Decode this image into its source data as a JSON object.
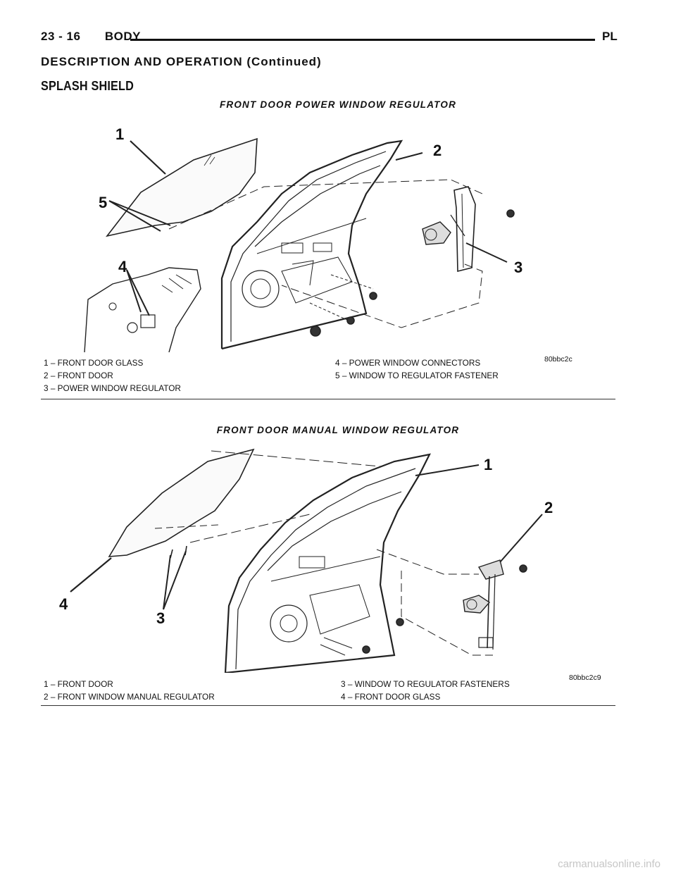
{
  "header": {
    "page_number": "23 - 16",
    "section": "BODY",
    "model": "PL"
  },
  "section_title": "DESCRIPTION AND OPERATION (Continued)",
  "subsection_title": "SPLASH SHIELD",
  "figures": [
    {
      "title": "FRONT DOOR POWER WINDOW REGULATOR",
      "code": "80bbc2c",
      "callouts": [
        "1",
        "2",
        "3",
        "4",
        "5"
      ],
      "legend_left": [
        "1 – FRONT DOOR GLASS",
        "2 – FRONT DOOR",
        "3 – POWER WINDOW REGULATOR"
      ],
      "legend_right": [
        "4 – POWER WINDOW CONNECTORS",
        "5 – WINDOW TO REGULATOR FASTENER"
      ]
    },
    {
      "title": "FRONT DOOR MANUAL WINDOW REGULATOR",
      "code": "80bbc2c9",
      "callouts": [
        "1",
        "2",
        "3",
        "4"
      ],
      "legend_left": [
        "1 – FRONT DOOR",
        "2 – FRONT WINDOW MANUAL REGULATOR"
      ],
      "legend_right": [
        "3 – WINDOW TO REGULATOR FASTENERS",
        "4 – FRONT DOOR GLASS"
      ]
    }
  ],
  "watermark": "carmanualsonline.info"
}
